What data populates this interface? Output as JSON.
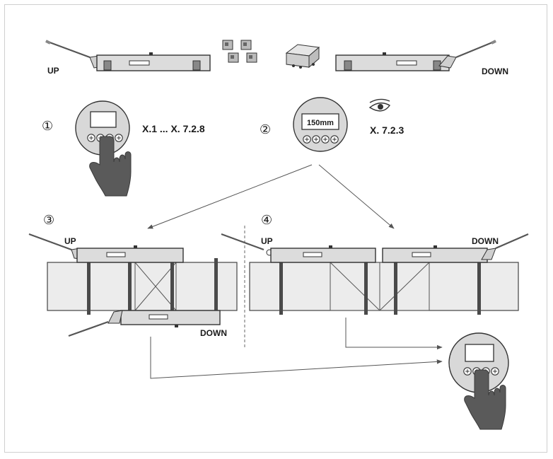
{
  "labels": {
    "up_top": "UP",
    "down_top": "DOWN",
    "step1_code": "X.1 ... X. 7.2.8",
    "step2_code": "X. 7.2.3",
    "step2_display": "150mm",
    "up_step3": "UP",
    "down_step3": "DOWN",
    "up_step4": "UP",
    "down_step4": "DOWN"
  },
  "steps": [
    "①",
    "②",
    "③",
    "④"
  ],
  "icons": {
    "eye": "eye-icon",
    "hand": "pointing-hand-icon",
    "keypad_button": "circle-plus-button-icon"
  },
  "colors": {
    "sensor_body": "#dcdcdc",
    "outline": "#333333",
    "pipe": "#ececec",
    "clamp": "#4a4a4a",
    "hand": "#5a5a5a",
    "device_face": "#d8d8d8"
  }
}
